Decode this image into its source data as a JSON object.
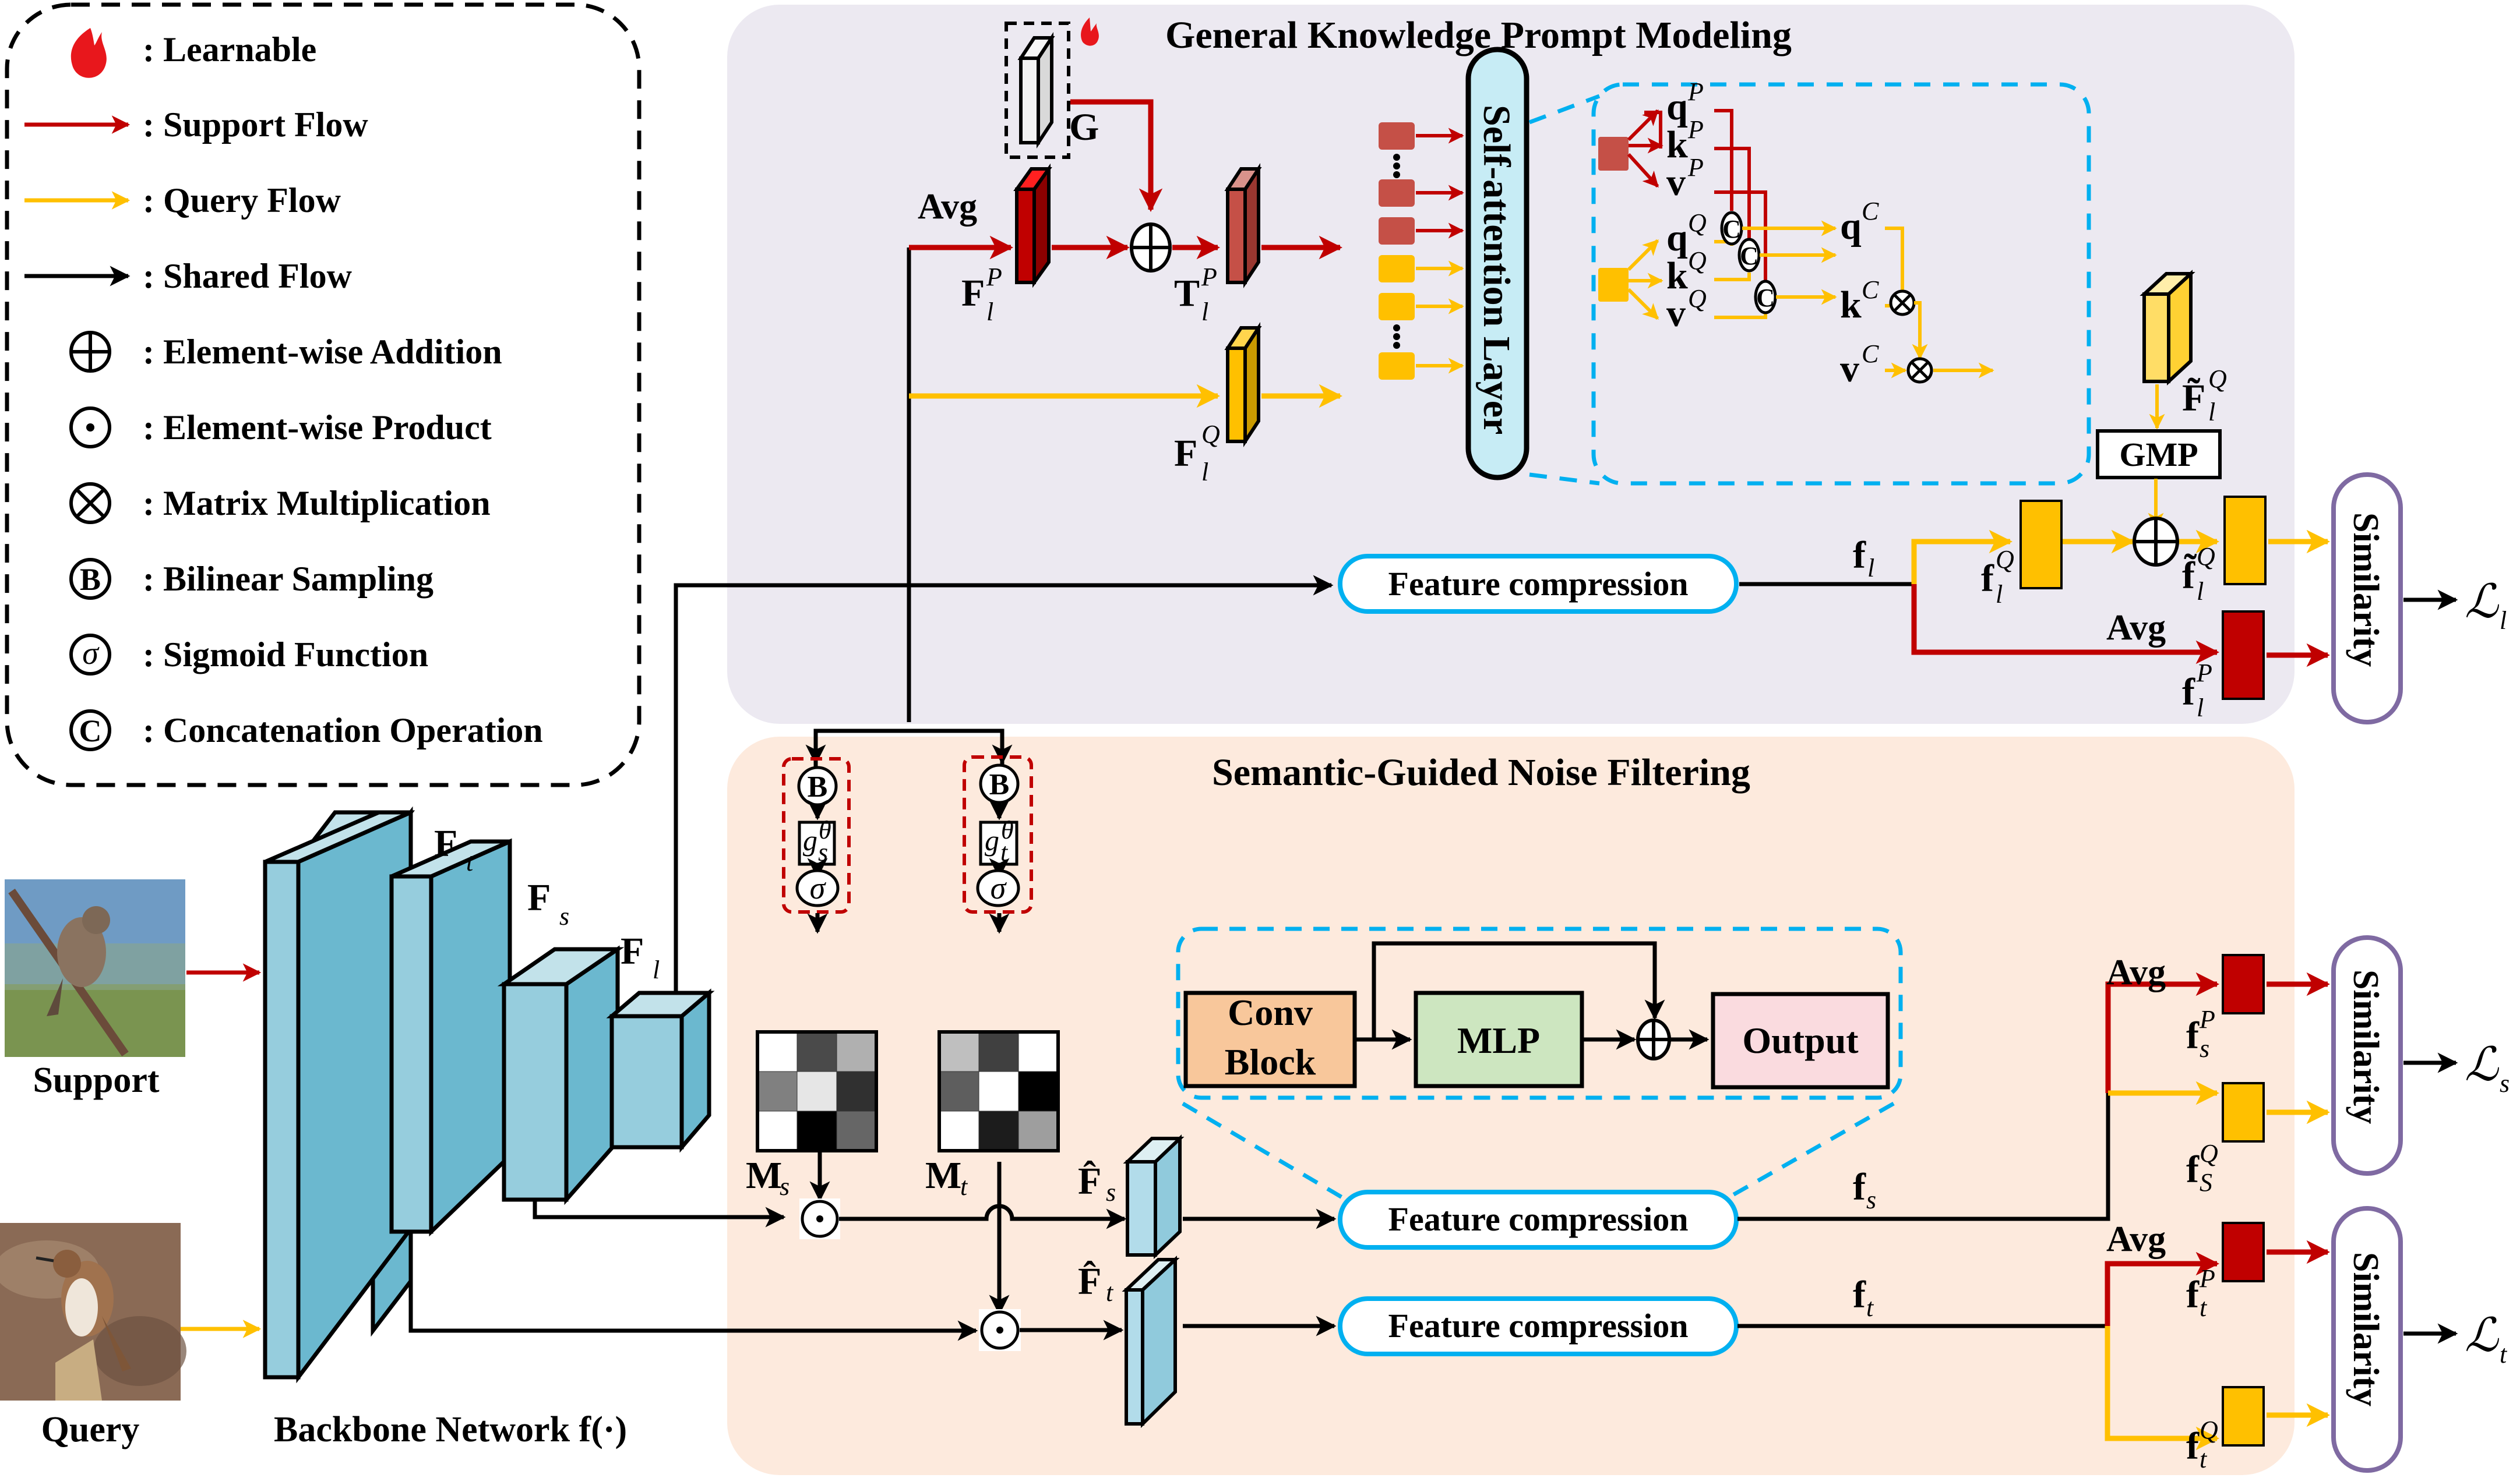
{
  "legend": {
    "items": [
      {
        "icon": "flame-icon",
        "label": ": Learnable"
      },
      {
        "icon": "red-arrow-icon",
        "label": ": Support Flow"
      },
      {
        "icon": "yellow-arrow-icon",
        "label": ": Query Flow"
      },
      {
        "icon": "black-arrow-icon",
        "label": ": Shared Flow"
      },
      {
        "icon": "circle-plus-icon",
        "label": ": Element-wise Addition"
      },
      {
        "icon": "circle-dot-icon",
        "label": ": Element-wise Product"
      },
      {
        "icon": "circle-times-icon",
        "label": ": Matrix Multiplication"
      },
      {
        "icon": "circle-b-icon",
        "label": ": Bilinear Sampling"
      },
      {
        "icon": "circle-sigma-icon",
        "label": ": Sigmoid Function"
      },
      {
        "icon": "circle-c-icon",
        "label": ": Concatenation Operation"
      }
    ]
  },
  "colors": {
    "support": "#c00000",
    "query": "#ffc000",
    "top_panel_bg": "#ece9f1",
    "bottom_panel_bg": "#fdeadd",
    "backbone": "#6bb8cf",
    "dashed_blue": "#00b0f0",
    "similarity_border": "#7f6aa2"
  },
  "inputs": {
    "support_label": "Support",
    "query_label": "Query"
  },
  "backbone": {
    "caption": "Backbone Network f(·)",
    "stages": [
      {
        "main": "F",
        "sub": "t"
      },
      {
        "main": "F",
        "sub": "s"
      },
      {
        "main": "F",
        "sub": "l"
      }
    ]
  },
  "top_panel": {
    "title": "General Knowledge Prompt Modeling",
    "g_label": "G",
    "avg_label": "Avg",
    "fp": {
      "main": "F",
      "sup": "P",
      "sub": "l"
    },
    "tp": {
      "main": "T",
      "sup": "P",
      "sub": "l"
    },
    "fq": {
      "main": "F",
      "sup": "Q",
      "sub": "l"
    },
    "self_attention_label": "Self-attention Layer",
    "attention": {
      "qp": {
        "main": "q",
        "sup": "P"
      },
      "kp": {
        "main": "k",
        "sup": "P"
      },
      "vp": {
        "main": "v",
        "sup": "P"
      },
      "qq": {
        "main": "q",
        "sup": "Q"
      },
      "kq": {
        "main": "k",
        "sup": "Q"
      },
      "vq": {
        "main": "v",
        "sup": "Q"
      },
      "qc": {
        "main": "q",
        "sup": "C"
      },
      "kc": {
        "main": "k",
        "sup": "C"
      },
      "vc": {
        "main": "v",
        "sup": "C"
      },
      "concat_symbol": "C"
    },
    "ftilde": {
      "main": "F̃",
      "sup": "Q",
      "sub": "l"
    },
    "gmp_label": "GMP",
    "feature_compression_label": "Feature compression",
    "fl": {
      "main": "f",
      "sub": "l"
    },
    "flq": {
      "main": "f",
      "sup": "Q",
      "sub": "l"
    },
    "fltq": {
      "main": "f̃",
      "sup": "Q",
      "sub": "l"
    },
    "flp": {
      "main": "f",
      "sup": "P",
      "sub": "l"
    },
    "avg2_label": "Avg",
    "similarity_label": "Similarity",
    "loss": {
      "main": "ℒ",
      "sub": "l"
    }
  },
  "bottom_panel": {
    "title": "Semantic-Guided Noise Filtering",
    "b_symbol": "B",
    "sigma_symbol": "σ",
    "gs": {
      "main": "g",
      "sup": "θ",
      "sub": "s"
    },
    "gt": {
      "main": "g",
      "sup": "θ",
      "sub": "t"
    },
    "ms": {
      "main": "M",
      "sub": "s"
    },
    "mt": {
      "main": "M",
      "sub": "t"
    },
    "ms_grid": [
      [
        1.0,
        0.29,
        0.69
      ],
      [
        0.5,
        0.9,
        0.19
      ],
      [
        1.0,
        0.0,
        0.4
      ]
    ],
    "mt_grid": [
      [
        0.75,
        0.25,
        1.0
      ],
      [
        0.37,
        1.0,
        0.0
      ],
      [
        1.0,
        0.11,
        0.62
      ]
    ],
    "fhat_s": {
      "main": "F̂",
      "sub": "s"
    },
    "fhat_t": {
      "main": "F̂",
      "sub": "t"
    },
    "conv_block_label_1": "Conv",
    "conv_block_label_2": "Block",
    "mlp_label": "MLP",
    "output_label": "Output",
    "feature_compression_label": "Feature compression",
    "fs": {
      "main": "f",
      "sub": "s"
    },
    "ft": {
      "main": "f",
      "sub": "t"
    },
    "avg_label": "Avg",
    "fsp": {
      "main": "f",
      "sup": "P",
      "sub": "s"
    },
    "fsq": {
      "main": "f",
      "sup": "Q",
      "sub": "S"
    },
    "ftp": {
      "main": "f",
      "sup": "P",
      "sub": "t"
    },
    "ftq": {
      "main": "f",
      "sup": "Q",
      "sub": "t"
    },
    "similarity_label": "Similarity",
    "loss_s": {
      "main": "ℒ",
      "sub": "s"
    },
    "loss_t": {
      "main": "ℒ",
      "sub": "t"
    }
  }
}
